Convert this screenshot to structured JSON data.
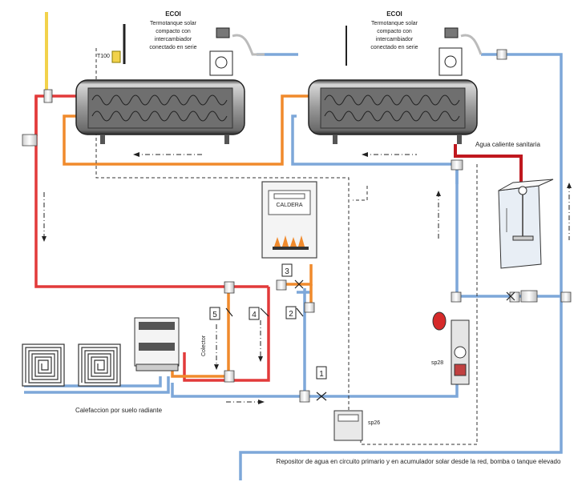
{
  "tanks": [
    {
      "brand": "ECOI",
      "description_lines": [
        "Termotanque solar",
        "compacto con",
        "intercambiador",
        "conectado en serie"
      ]
    },
    {
      "brand": "ECOI",
      "description_lines": [
        "Termotanque solar",
        "compacto con",
        "intercambiador",
        "conectado en serie"
      ]
    }
  ],
  "labels": {
    "valve_tag": "T100",
    "hot_water": "Agua caliente sanitaria",
    "boiler": "CALDERA",
    "collector": "Colector",
    "floor_heating": "Calefaccion por suelo radiante",
    "pump_sp28": "sp28",
    "controller_sp26": "sp26",
    "footer": "Repositor de agua en circuito primario  y en acumulador  solar  desde la red, bomba o tanque elevado"
  },
  "valve_numbers": [
    "1",
    "2",
    "3",
    "4",
    "5"
  ],
  "colors": {
    "hot_pipe": "#e23a3a",
    "return_pipe": "#f08a2c",
    "cold_pipe": "#7da7d9",
    "supply_pipe": "#f2d24b",
    "tank_body": "#a6a6a6",
    "dark_red_pipe": "#c0181f"
  }
}
